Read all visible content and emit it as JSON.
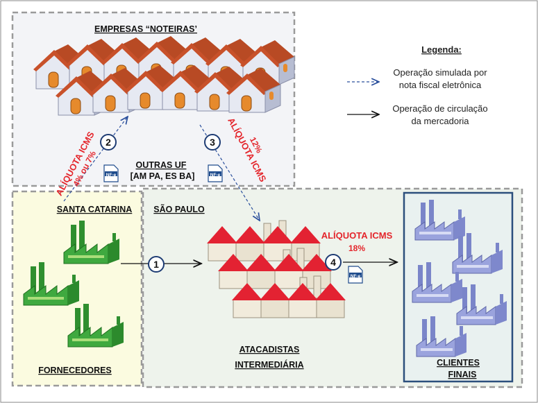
{
  "sections": {
    "notas": "EMPRESAS “NOTEIRAS’",
    "outras_uf_1": "OUTRAS UF",
    "outras_uf_2": "[AM PA, ES BA]",
    "santa_catarina": "SANTA CATARINA",
    "sao_paulo": "SÃO PAULO",
    "fornecedores": "FORNECEDORES",
    "atacadistas_1": "ATACADISTAS",
    "atacadistas_2": "INTERMEDIÁRIA",
    "clientes_1": "CLIENTES",
    "clientes_2": "FINAIS"
  },
  "aliquotas": {
    "a2_title": "ALÍQUOTA ICMS",
    "a2_value": "4% ou 7%",
    "a3_title": "ALÍQUOTA ICMS",
    "a3_value": "12%",
    "a4_title": "ALÍQUOTA ICMS",
    "a4_value": "18%"
  },
  "steps": [
    "1",
    "2",
    "3",
    "4"
  ],
  "nfe_label": "NF-e",
  "legend": {
    "title": "Legenda:",
    "dashed_1": "Operação simulada por",
    "dashed_2": "nota fiscal eletrônica",
    "solid_1": "Operação de circulação",
    "solid_2": "da mercadoria"
  },
  "colors": {
    "accent_red": "#e4262c",
    "fornecedores_bg": "#fbfbe0",
    "sp_bg": "#eef3ec",
    "clientes_bg": "#e9f1f0",
    "clientes_border": "#2c4f7c",
    "factory_green": "#3fa93f",
    "factory_blue": "#8f98d6"
  }
}
